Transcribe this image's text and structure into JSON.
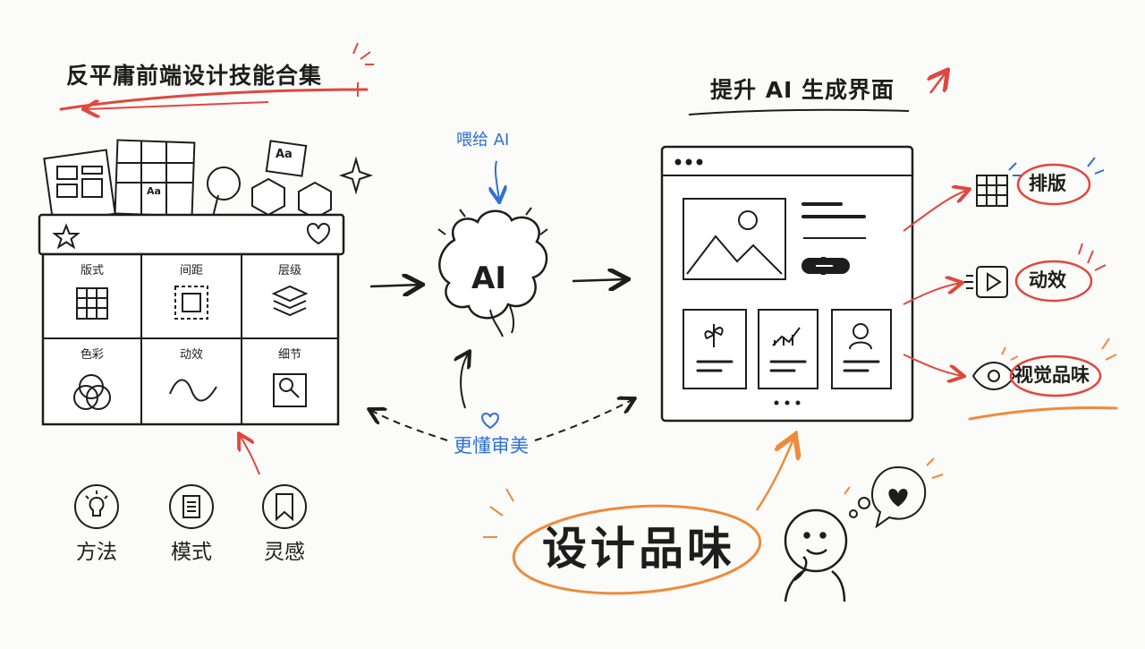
{
  "left_title": "反平庸前端设计技能合集",
  "right_title": "提升 AI 生成界面",
  "feed_label": "喂给 AI",
  "brain_label": "AI",
  "aesthetic_label": "更懂审美",
  "taste_label": "设计品味",
  "aa_glyph": "Aa",
  "aa_glyph_small": "Aa",
  "grid_cells": [
    {
      "label": "版式",
      "icon": "grid-layout-icon"
    },
    {
      "label": "间距",
      "icon": "spacing-icon"
    },
    {
      "label": "层级",
      "icon": "layers-icon"
    },
    {
      "label": "色彩",
      "icon": "color-circles-icon"
    },
    {
      "label": "动效",
      "icon": "motion-wave-icon"
    },
    {
      "label": "细节",
      "icon": "detail-magnifier-icon"
    }
  ],
  "bottom_items": [
    {
      "label": "方法",
      "icon": "lightbulb-icon"
    },
    {
      "label": "模式",
      "icon": "document-icon"
    },
    {
      "label": "灵感",
      "icon": "bookmark-icon"
    }
  ],
  "outputs": [
    {
      "label": "排版",
      "icon": "grid-icon"
    },
    {
      "label": "动效",
      "icon": "play-icon"
    },
    {
      "label": "视觉品味",
      "icon": "eye-icon"
    }
  ],
  "colors": {
    "ink": "#1d1d1d",
    "red": "#e0473d",
    "blue": "#2e6fd8",
    "orange": "#ef8a3a"
  }
}
